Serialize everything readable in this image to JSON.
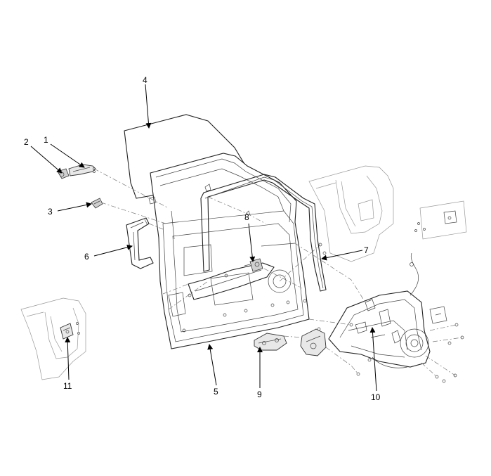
{
  "callouts": [
    {
      "id": "1",
      "label": "1"
    },
    {
      "id": "2",
      "label": "2"
    },
    {
      "id": "3",
      "label": "3"
    },
    {
      "id": "4",
      "label": "4"
    },
    {
      "id": "5",
      "label": "5"
    },
    {
      "id": "6",
      "label": "6"
    },
    {
      "id": "7",
      "label": "7"
    },
    {
      "id": "8",
      "label": "8"
    },
    {
      "id": "9",
      "label": "9"
    },
    {
      "id": "10",
      "label": "10"
    },
    {
      "id": "11",
      "label": "11"
    }
  ],
  "colors": {
    "line": "#222222",
    "background": "#ffffff"
  }
}
